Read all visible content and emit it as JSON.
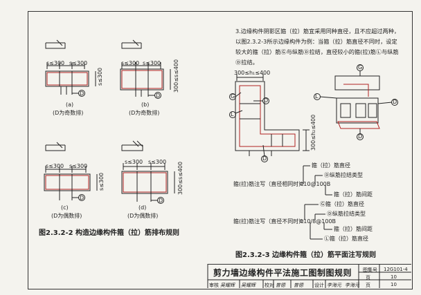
{
  "left_figures": {
    "spacing_label": "s≤300",
    "panel_a": {
      "label": "(a)",
      "note": "(D为奇数排)",
      "dim": "s≤300"
    },
    "panel_b": {
      "label": "(b)",
      "note": "(D为奇数排)",
      "dim": "300≤s≤400"
    },
    "panel_c": {
      "label": "(c)",
      "note": "(D为偶数排)",
      "dim": "s≤300"
    },
    "panel_d": {
      "label": "(d)",
      "note": "(D为偶数排)",
      "dim": "300≤s≤400"
    },
    "marker_d": "D",
    "caption": "图2.3.2-2 构造边缘构件箍（拉）筋排布规则"
  },
  "right_text": {
    "paragraph": "3.边缘构件阴影区箍（拉）筋宜采用同种直径，且不应超过两种，以图2.3.2-3所示边缘构件为例：当箍（拉）筋直径不同时，设定较大的箍（拉）筋Ⓖ与纵筋Ⓓ拉结，直径较小的箍(拉)筋Ⓛ与纵筋Ⓓ拉结。"
  },
  "right_figure": {
    "dim_top": "300≤h₁≤400",
    "dim_side": "300≤h₂≤400",
    "markers": {
      "G": "G",
      "D": "D",
      "L": "L"
    },
    "same_diam": {
      "lead": "箍(拉)筋注写（直径相同时）：",
      "code": "Φ10@100B",
      "items": [
        "箍（拉）筋直径",
        "Ⓓ纵筋拉结类型",
        "箍（拉）筋间距"
      ]
    },
    "diff_diam": {
      "lead": "箍(拉)筋注写（直径不同时）：",
      "code": "Φ10/8@100B",
      "items": [
        "Ⓖ箍（拉）筋直径",
        "Ⓓ纵筋拉结类型",
        "箍（拉）筋间距",
        "Ⓛ箍（拉）筋直径"
      ]
    },
    "caption": "图2.3.2-3 边缘构件箍（拉）筋平面注写规则"
  },
  "title_block": {
    "title": "剪力墙边缘构件平法施工图制图规则",
    "atlas_label": "图集号",
    "atlas_no": "12G101-4",
    "page_label": "页",
    "page_no": "10",
    "row": [
      "审核",
      "吴耀辉",
      "校对",
      "曾德",
      "设计",
      "李海元"
    ]
  },
  "colors": {
    "ink": "#222222",
    "rebar": "#b02020",
    "paper": "#f4f3ee"
  }
}
